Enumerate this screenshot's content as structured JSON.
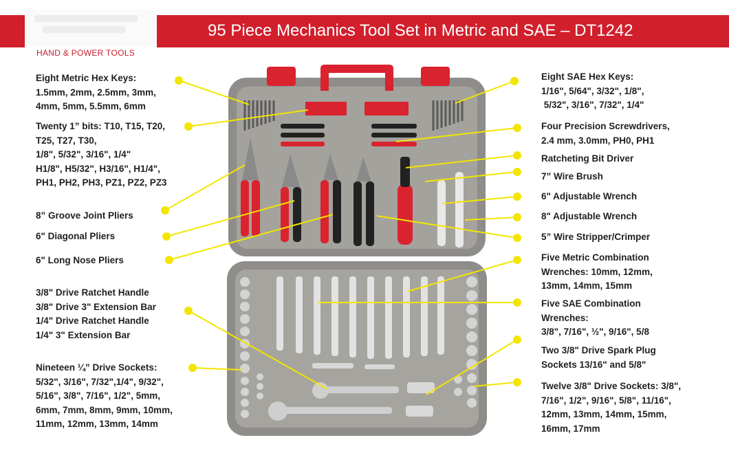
{
  "header": {
    "title": "95 Piece Mechanics Tool Set in Metric and SAE – DT1242",
    "subtitle": "HAND & POWER TOOLS"
  },
  "colors": {
    "brand_red": "#d11f2c",
    "callout_yellow": "#f2e600",
    "case_gray": "#9c9a96"
  },
  "labels": {
    "metric_hex": [
      "Eight Metric Hex Keys:",
      "1.5mm, 2mm, 2.5mm, 3mm,",
      "4mm, 5mm, 5.5mm, 6mm"
    ],
    "bits": [
      "Twenty 1” bits: T10, T15, T20,",
      "T25, T27, T30,",
      "1/8\", 5/32\", 3/16\", 1/4\"",
      "H1/8\", H5/32\", H3/16\", H1/4\",",
      "PH1, PH2, PH3, PZ1, PZ2, PZ3"
    ],
    "groove_pliers": [
      "8” Groove Joint Pliers"
    ],
    "diagonal_pliers": [
      "6\" Diagonal Pliers"
    ],
    "long_nose": [
      "6\" Long Nose Pliers"
    ],
    "ratchet": [
      "3/8\" Drive Ratchet Handle",
      "3/8\" Drive 3\" Extension Bar",
      "1/4\" Drive Ratchet Handle",
      "1/4\" 3\" Extension Bar"
    ],
    "quarter_sockets": [
      "Nineteen ¼” Drive Sockets:",
      "5/32\", 3/16\", 7/32\",1/4\", 9/32\",",
      "5/16\", 3/8\", 7/16\", 1/2\", 5mm,",
      "6mm, 7mm, 8mm, 9mm, 10mm,",
      "11mm, 12mm, 13mm, 14mm"
    ],
    "sae_hex": [
      "Eight SAE Hex Keys:",
      "1/16\", 5/64\", 3/32\", 1/8\",",
      " 5/32\", 3/16\", 7/32\", 1/4\""
    ],
    "screwdrivers": [
      "Four Precision Screwdrivers,",
      "2.4 mm, 3.0mm, PH0, PH1"
    ],
    "bit_driver": [
      "Ratcheting Bit Driver"
    ],
    "wire_brush": [
      "7” Wire Brush"
    ],
    "adj6": [
      "6\" Adjustable Wrench"
    ],
    "adj8": [
      "8\" Adjustable Wrench"
    ],
    "stripper": [
      "5” Wire Stripper/Crimper"
    ],
    "metric_comb": [
      "Five Metric Combination",
      "Wrenches: 10mm, 12mm,",
      "13mm, 14mm, 15mm"
    ],
    "sae_comb": [
      "Five SAE Combination",
      "Wrenches:",
      "3/8\", 7/16\", ½\", 9/16\", 5/8"
    ],
    "spark": [
      "Two 3/8\" Drive Spark Plug",
      "Sockets 13/16\" and 5/8\""
    ],
    "threeeighth_sockets": [
      "Twelve 3/8\" Drive Sockets: 3/8\",",
      "7/16\", 1/2\", 9/16\", 5/8\", 11/16\",",
      "12mm, 13mm, 14mm, 15mm,",
      "16mm, 17mm"
    ]
  }
}
